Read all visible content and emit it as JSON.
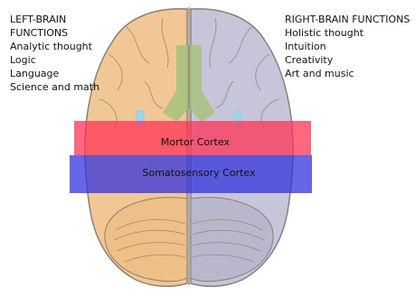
{
  "left_functions": {
    "heading_line1": "LEFT-BRAIN",
    "heading_line2": "FUNCTIONS",
    "items": [
      "Analytic thought",
      "Logic",
      "Language",
      "Science and math"
    ]
  },
  "right_functions": {
    "heading": "RIGHT-BRAIN FUNCTIONS",
    "items": [
      "Holistic thought",
      "Intuition",
      "Creativity",
      "Art and music"
    ]
  },
  "bands": {
    "motor": {
      "label": "Mortor Cortex",
      "color": "#ff3355"
    },
    "somatosensory": {
      "label": "Somatosensory Cortex",
      "color": "#3333dd"
    }
  },
  "colors": {
    "left_hemisphere": "#f1c895",
    "right_hemisphere": "#c7c5d9",
    "outline": "#8b7f74",
    "cerebellum_left": "#eebf86",
    "cerebellum_right": "#b9b7cc",
    "vessel_green": "#a7c27e",
    "vessel_blue": "#9fd0e6"
  }
}
